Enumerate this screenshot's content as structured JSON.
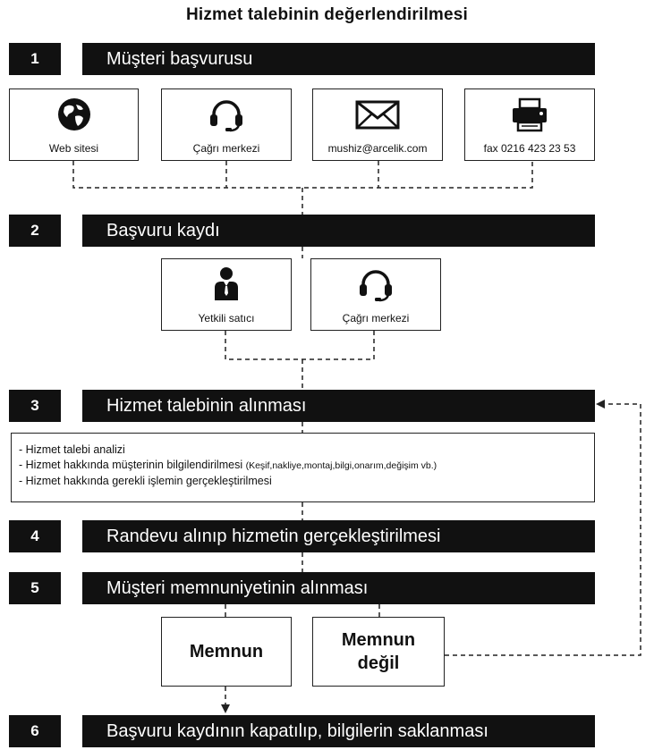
{
  "title": "Hizmet talebinin değerlendirilmesi",
  "steps": [
    {
      "num": "1",
      "label": "Müşteri başvurusu"
    },
    {
      "num": "2",
      "label": "Başvuru kaydı"
    },
    {
      "num": "3",
      "label": "Hizmet talebinin alınması"
    },
    {
      "num": "4",
      "label": "Randevu alınıp hizmetin gerçekleştirilmesi"
    },
    {
      "num": "5",
      "label": "Müşteri memnuniyetinin alınması"
    },
    {
      "num": "6",
      "label": "Başvuru kaydının kapatılıp, bilgilerin saklanması"
    }
  ],
  "channels": [
    {
      "label": "Web sitesi",
      "icon": "globe-icon"
    },
    {
      "label": "Çağrı merkezi",
      "icon": "headset-icon"
    },
    {
      "label": "mushiz@arcelik.com",
      "icon": "envelope-icon"
    },
    {
      "label": "fax 0216 423 23 53",
      "icon": "fax-icon"
    }
  ],
  "registration": [
    {
      "label": "Yetkili satıcı",
      "icon": "person-icon"
    },
    {
      "label": "Çağrı merkezi",
      "icon": "headset-icon"
    }
  ],
  "analysis": {
    "item1": "- Hizmet talebi analizi",
    "item2_main": "- Hizmet hakkında müşterinin bilgilendirilmesi",
    "item2_detail": "(Keşif,nakliye,montaj,bilgi,onarım,değişim vb.)",
    "item3": "- Hizmet hakkında gerekli işlemin gerçekleştirilmesi"
  },
  "satisfaction": {
    "satisfied": "Memnun",
    "not_satisfied_line1": "Memnun",
    "not_satisfied_line2": "değil"
  }
}
